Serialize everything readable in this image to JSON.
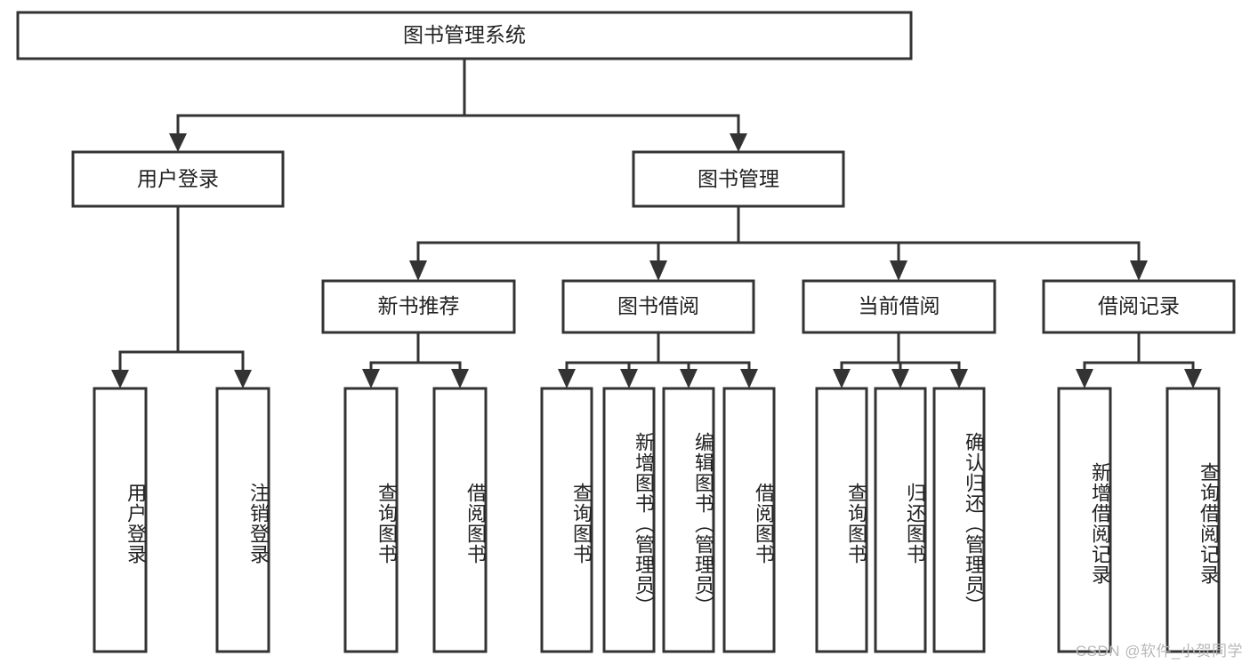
{
  "diagram": {
    "title": "图书管理系统",
    "watermark": "CSDN @软件_小贺同学",
    "type": "tree-hierarchy-diagram",
    "colors": {
      "box_stroke": "#333333",
      "box_fill": "#ffffff",
      "connector": "#333333",
      "text": "#222222",
      "watermark": "#b9b9b9",
      "background": "#ffffff"
    },
    "nodes": {
      "root": {
        "label": "图书管理系统",
        "orientation": "horizontal"
      },
      "level2": [
        {
          "label": "用户登录",
          "orientation": "horizontal"
        },
        {
          "label": "图书管理",
          "orientation": "horizontal"
        }
      ],
      "level3": [
        {
          "label": "新书推荐",
          "orientation": "horizontal"
        },
        {
          "label": "图书借阅",
          "orientation": "horizontal"
        },
        {
          "label": "当前借阅",
          "orientation": "horizontal"
        },
        {
          "label": "借阅记录",
          "orientation": "horizontal"
        }
      ],
      "leaves_user_login": [
        {
          "label": "用户登录",
          "orientation": "vertical"
        },
        {
          "label": "注销登录",
          "orientation": "vertical"
        }
      ],
      "leaves_new_book": [
        {
          "label": "查询图书",
          "orientation": "vertical"
        },
        {
          "label": "借阅图书",
          "orientation": "vertical"
        }
      ],
      "leaves_book_borrow": [
        {
          "label": "查询图书",
          "orientation": "vertical"
        },
        {
          "label": "新增图书（管理员）",
          "orientation": "vertical"
        },
        {
          "label": "编辑图书（管理员）",
          "orientation": "vertical"
        },
        {
          "label": "借阅图书",
          "orientation": "vertical"
        }
      ],
      "leaves_current_borrow": [
        {
          "label": "查询图书",
          "orientation": "vertical"
        },
        {
          "label": "归还图书",
          "orientation": "vertical"
        },
        {
          "label": "确认归还（管理员）",
          "orientation": "vertical"
        }
      ],
      "leaves_borrow_record": [
        {
          "label": "新增借阅记录",
          "orientation": "vertical"
        },
        {
          "label": "查询借阅记录",
          "orientation": "vertical"
        }
      ]
    }
  }
}
